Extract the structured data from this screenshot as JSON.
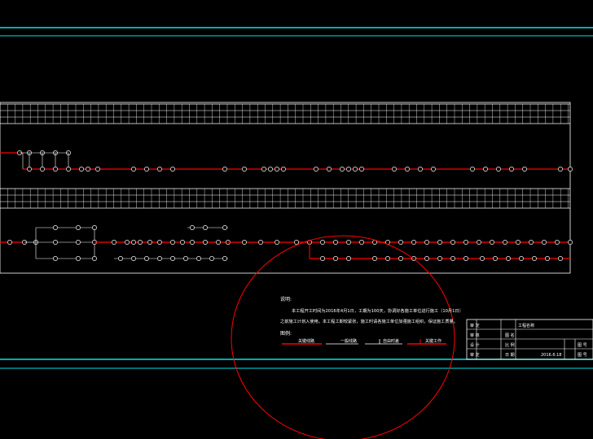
{
  "notes": {
    "heading": "说明:",
    "line1": "本工程开工时间为2016年4月1日，工期为100天，协调好各施工单位进行施工（10月1日）",
    "line2": "之前施工计划入使用。本工程工期较紧张，施工时请各施工单位加强施工组织，保证施工质量。"
  },
  "legend": {
    "heading": "图例:",
    "items": [
      {
        "label": "关键线路"
      },
      {
        "label": "一般线路"
      },
      {
        "label": "自由时差"
      },
      {
        "label": "关键工作"
      }
    ]
  },
  "title_block": {
    "rows": [
      [
        "审 定",
        "",
        "工程名称",
        ""
      ],
      [
        "审 核",
        "",
        "图 名",
        ""
      ],
      [
        "设 计",
        "",
        "比 例",
        "图 号"
      ],
      [
        "审 定",
        "",
        "日 期",
        "2016.6.18",
        "图 号"
      ]
    ]
  },
  "colors": {
    "background": "#000000",
    "cyan": "#00e5e5",
    "red": "#ff0000",
    "white": "#ffffff"
  }
}
